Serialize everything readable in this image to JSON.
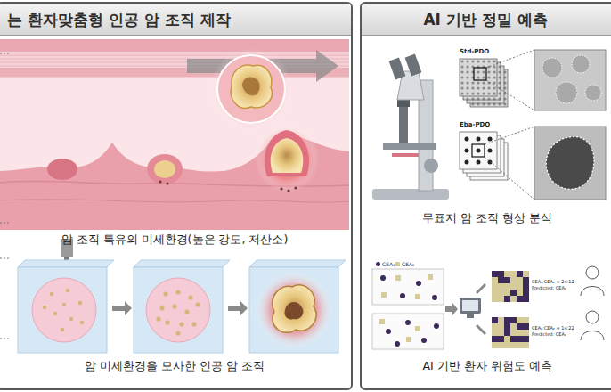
{
  "diagram": {
    "nodes": [
      {
        "text": [
          "는 환자맞춤형 인공 암 조직 제작"
        ]
      },
      {
        "text": [
          "AI 기반 정밀 예측"
        ]
      }
    ],
    "labels": [
      "암 조직 특유의 미세환경(높은 강도, 저산소)",
      "암 미세환경을 모사한 인공 암 조직",
      "Std-PDO",
      "Eba-PDO",
      "무표지 암 조직 형상 분석",
      "CEA₁:CEA₂ = 24:12",
      "Predicted: CEA₁",
      "CEA₁:CEA₂ = 14:22",
      "Predicted: CEA₁",
      "AI 기반 환자 위험도 예측"
    ],
    "legend": [
      {
        "text": "CEA₁",
        "color": "#3b2a5a"
      },
      {
        "text": "CEA₂",
        "color": "#d6cc9a"
      }
    ]
  }
}
